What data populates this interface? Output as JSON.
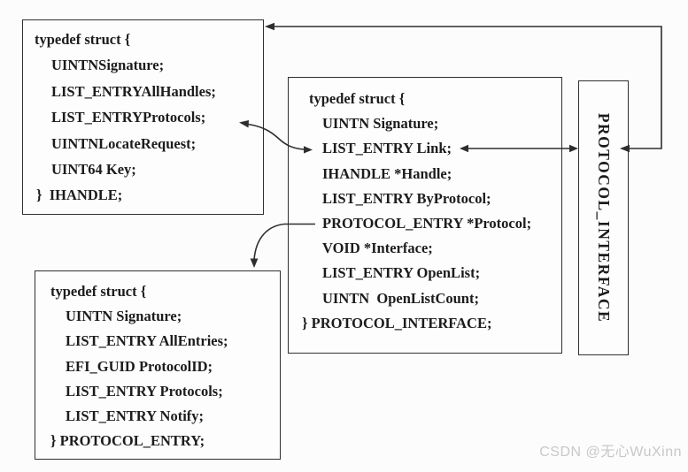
{
  "diagram": {
    "ihandle_box": {
      "lines": [
        "typedef struct {",
        "UINTNSignature;",
        "LIST_ENTRYAllHandles;",
        "LIST_ENTRYProtocols;",
        "UINTNLocateRequest;",
        "UINT64 Key;",
        "}  IHANDLE;"
      ]
    },
    "protocol_interface_box": {
      "lines": [
        "typedef struct {",
        "UINTN Signature;",
        "LIST_ENTRY Link;",
        "IHANDLE *Handle;",
        "LIST_ENTRY ByProtocol;",
        "PROTOCOL_ENTRY *Protocol;",
        "VOID *Interface;",
        "LIST_ENTRY OpenList;",
        "UINTN  OpenListCount;",
        "} PROTOCOL_INTERFACE;"
      ]
    },
    "protocol_entry_box": {
      "lines": [
        "typedef struct {",
        "UINTN Signature;",
        "LIST_ENTRY AllEntries;",
        "EFI_GUID ProtocolID;",
        "LIST_ENTRY Protocols;",
        "LIST_ENTRY Notify;",
        "} PROTOCOL_ENTRY;"
      ]
    },
    "vertical_label": "PROTOCOL_INTERFACE",
    "connections": [
      {
        "from": "PROTOCOL_INTERFACE vertical box (right edge)",
        "to": "IHANDLE box (top right)",
        "style": "right-angle polyline, arrowheads at both ends"
      },
      {
        "from": "LIST_ENTRY Link;",
        "to": "PROTOCOL_INTERFACE vertical box (left edge)",
        "style": "straight double-headed arrow"
      },
      {
        "from": "LIST_ENTRYProtocols; (IHANDLE)",
        "to": "LIST_ENTRY Link; (PROTOCOL_INTERFACE)",
        "style": "s-curve double-headed arrow"
      },
      {
        "from": "PROTOCOL_ENTRY *Protocol;",
        "to": "PROTOCOL_ENTRY box (top edge)",
        "style": "curved arrow pointing down"
      }
    ]
  },
  "watermark": "CSDN @无心WuXinn",
  "colors": {
    "line": "#2e2e2e",
    "text": "#1c1c1c",
    "background": "#fcfcfc",
    "watermark": "#c8c8c8"
  }
}
